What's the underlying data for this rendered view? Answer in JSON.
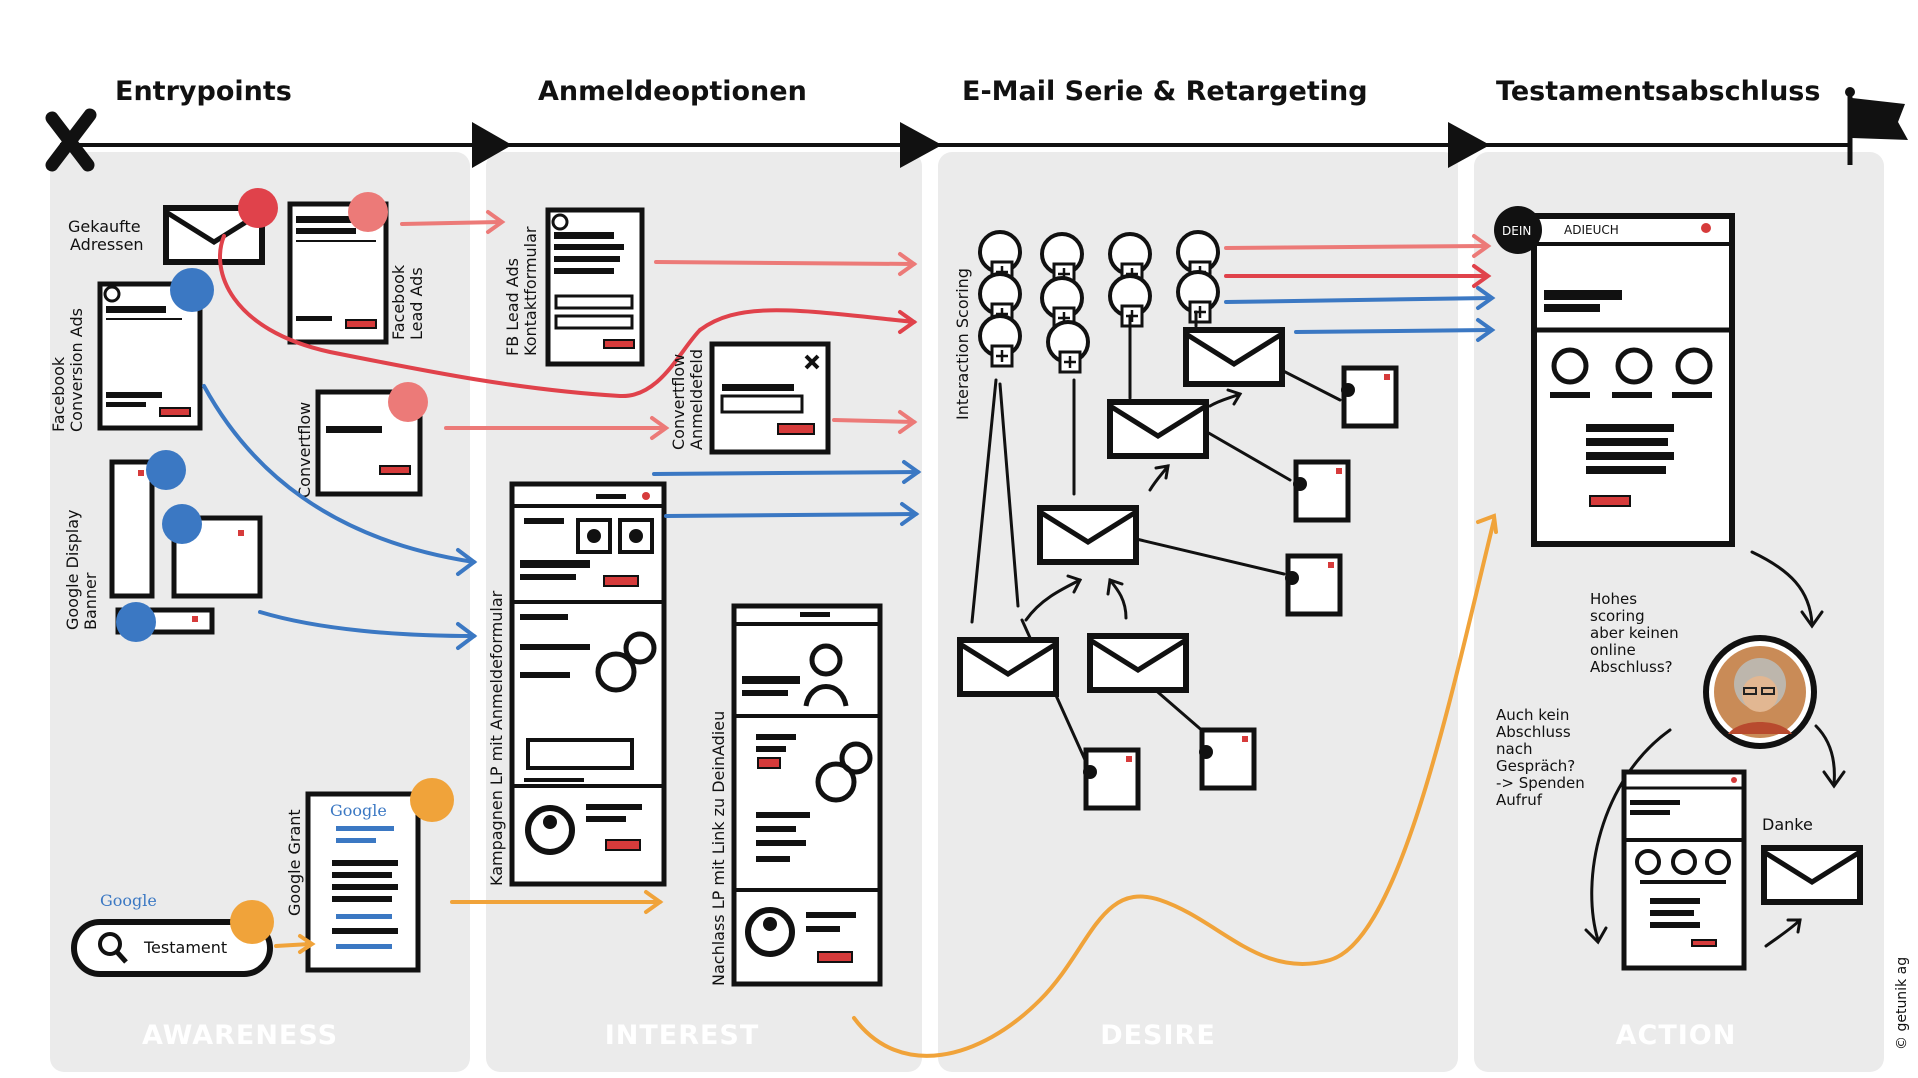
{
  "phases": [
    {
      "title": "Entrypoints",
      "stage": "AWARENESS"
    },
    {
      "title": "Anmeldeoptionen",
      "stage": "INTEREST"
    },
    {
      "title": "E-Mail Serie & Retargeting",
      "stage": "DESIRE"
    },
    {
      "title": "Testamentsabschluss",
      "stage": "ACTION"
    }
  ],
  "entrypoints": {
    "gekaufte_adressen_1": "Gekaufte",
    "gekaufte_adressen_2": "Adressen",
    "facebook_lead_ads_1": "Facebook",
    "facebook_lead_ads_2": "Lead Ads",
    "facebook_conversion_1": "Facebook",
    "facebook_conversion_2": "Conversion Ads",
    "convertflow": "Convertflow",
    "google_display_1": "Google Display",
    "google_display_2": "Banner",
    "google_grant": "Google Grant",
    "google_logo_small": "Google",
    "google_logo_card": "Google",
    "search_value": "Testament"
  },
  "anmeldeoptionen": {
    "fb_lead_1": "FB Lead Ads",
    "fb_lead_2": "Kontaktformular",
    "convertflow_1": "Convertflow",
    "convertflow_2": "Anmeldefeld",
    "kampagnen_lp": "Kampagnen LP mit Anmeldeformular",
    "nachlass_lp": "Nachlass LP mit Link zu DeinAdieu"
  },
  "desire": {
    "interaction_scoring": "Interaction Scoring"
  },
  "action": {
    "dein_badge": "DEIN",
    "adieu_brand": "ADIEUCH",
    "hohes_scoring": [
      "Hohes",
      "scoring",
      "aber keinen",
      "online",
      "Abschluss?"
    ],
    "kein_abschluss": [
      "Auch kein",
      "Abschluss",
      "nach",
      "Gespräch?",
      "-> Spenden",
      "Aufruf"
    ],
    "danke": "Danke"
  },
  "copyright": "© getunik ag",
  "colors": {
    "red": "#e0424b",
    "pink": "#ec7a78",
    "blue": "#3b78c3",
    "orange": "#f0a33a",
    "panel": "#ebebeb",
    "ink": "#111111",
    "accent_red": "#d63b3b"
  }
}
